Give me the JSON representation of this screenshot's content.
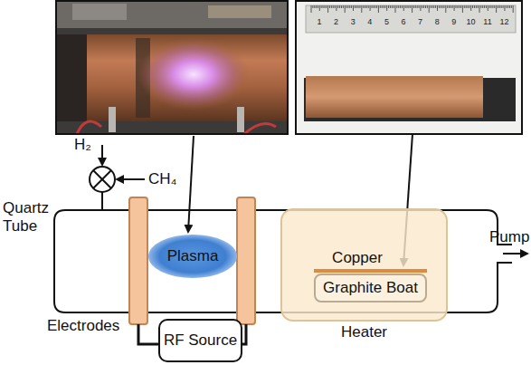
{
  "diagram": {
    "nodes": [
      {
        "text": [
          "Quartz Tube"
        ]
      },
      {
        "text": [
          "Plasma"
        ],
        "in": 0
      },
      {
        "text": [
          "Heater"
        ]
      },
      {
        "text": [
          "Graphite Boat"
        ],
        "in": 2
      },
      {
        "text": [
          "RF Source"
        ]
      }
    ],
    "labels": [
      "H₂",
      "CH₄",
      "Copper",
      "Electrodes",
      "Pump",
      "1",
      "2",
      "3",
      "4",
      "5",
      "6",
      "7",
      "8",
      "9",
      "10",
      "11",
      "12"
    ]
  }
}
